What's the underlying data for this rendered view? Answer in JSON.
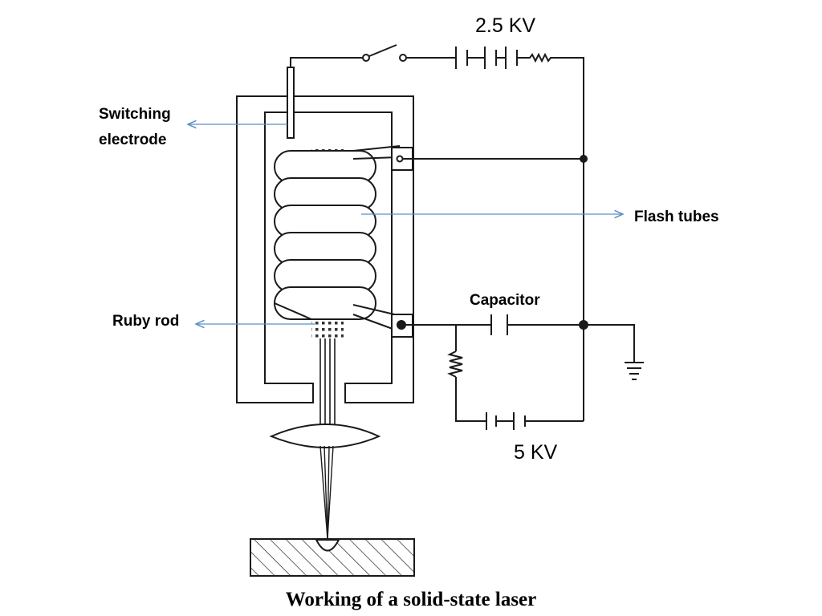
{
  "labels": {
    "switching_line1": "Switching",
    "switching_line2": "electrode",
    "flash_tubes": "Flash tubes",
    "ruby_rod": "Ruby rod",
    "capacitor": "Capacitor",
    "high_voltage": "2.5 KV",
    "supply_voltage": "5 KV"
  },
  "caption": "Working of a solid-state laser",
  "colors": {
    "ink": "#1a1a1a",
    "pointer": "#5b8fc7",
    "text": "#000000"
  }
}
